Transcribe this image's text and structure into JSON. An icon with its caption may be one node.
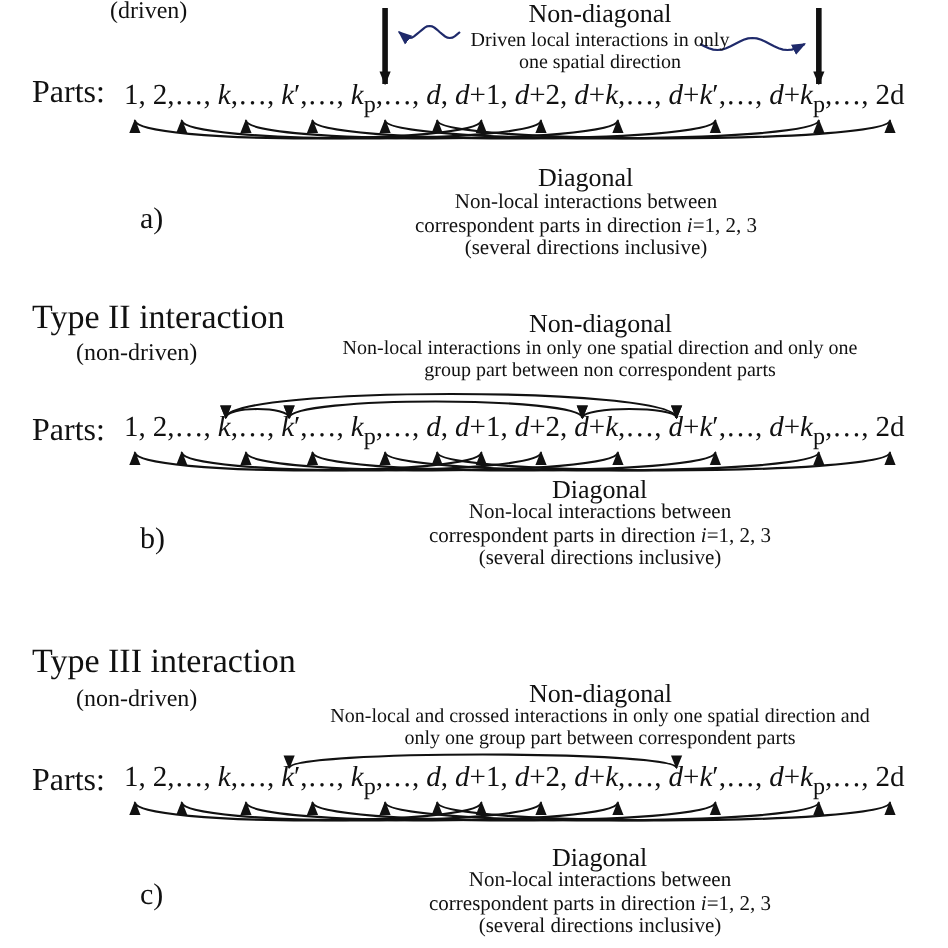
{
  "diagram": {
    "nodes": [
      {
        "text": [
          "Non-diagonal",
          "Driven local interactions in only one spatial direction"
        ]
      },
      {
        "text": [
          "1,"
        ]
      },
      {
        "text": [
          "2,…,"
        ]
      },
      {
        "text": [
          "*k*,…,"
        ]
      },
      {
        "text": [
          "*k*′,…,"
        ]
      },
      {
        "text": [
          "*k*$_{p}$,…,"
        ]
      },
      {
        "text": [
          "*d*,"
        ]
      },
      {
        "text": [
          "*d*+1,"
        ]
      },
      {
        "text": [
          "*d*+2,"
        ]
      },
      {
        "text": [
          "*d*+*k*,…,"
        ]
      },
      {
        "text": [
          "*d*+*k*′,…,"
        ]
      },
      {
        "text": [
          "*d*+*k*$_{p}$,…,"
        ]
      },
      {
        "text": [
          "2d"
        ]
      },
      {
        "text": [
          "1,"
        ]
      },
      {
        "text": [
          "2,…,"
        ]
      },
      {
        "text": [
          "*k*,…,"
        ]
      },
      {
        "text": [
          "*k*′,…,"
        ]
      },
      {
        "text": [
          "*k*$_{p}$,…,"
        ]
      },
      {
        "text": [
          "*d*,"
        ]
      },
      {
        "text": [
          "*d*+1,"
        ]
      },
      {
        "text": [
          "*d*+2,"
        ]
      },
      {
        "text": [
          "*d*+*k*,…,"
        ]
      },
      {
        "text": [
          "*d*+*k*′,…,"
        ]
      },
      {
        "text": [
          "*d*+*k*$_{p}$,…,"
        ]
      },
      {
        "text": [
          "2d"
        ]
      },
      {
        "text": [
          "1,"
        ]
      },
      {
        "text": [
          "2,…,"
        ]
      },
      {
        "text": [
          "*k*,…,"
        ]
      },
      {
        "text": [
          "*k*′,…,"
        ]
      },
      {
        "text": [
          "*k*$_{p}$,…,"
        ]
      },
      {
        "text": [
          "*d*,"
        ]
      },
      {
        "text": [
          "*d*+1,"
        ]
      },
      {
        "text": [
          "*d*+2,"
        ]
      },
      {
        "text": [
          "*d*+*k*,…,"
        ]
      },
      {
        "text": [
          "*d*+*k*′,…,"
        ]
      },
      {
        "text": [
          "*d*+*k*$_{p}$,…,"
        ]
      },
      {
        "text": [
          "2d"
        ]
      }
    ],
    "edges": [
      {
        "from": 1,
        "to": 7,
        "arrow": "both"
      },
      {
        "from": 2,
        "to": 8,
        "arrow": "both"
      },
      {
        "from": 3,
        "to": 9,
        "arrow": "both"
      },
      {
        "from": 4,
        "to": 10,
        "arrow": "both"
      },
      {
        "from": 5,
        "to": 11,
        "arrow": "both"
      },
      {
        "from": 6,
        "to": 12,
        "arrow": "both"
      },
      {
        "from": null,
        "to": 5,
        "arrow": "to",
        "style": "thick"
      },
      {
        "from": null,
        "to": 11,
        "arrow": "to",
        "style": "thick"
      },
      {
        "from": 0,
        "to": 5,
        "arrow": "to",
        "color": "#1f2a6b"
      },
      {
        "from": 0,
        "to": 11,
        "arrow": "to",
        "color": "#1f2a6b"
      },
      {
        "from": 13,
        "to": 19,
        "arrow": "both"
      },
      {
        "from": 14,
        "to": 20,
        "arrow": "both"
      },
      {
        "from": 15,
        "to": 21,
        "arrow": "both"
      },
      {
        "from": 16,
        "to": 22,
        "arrow": "both"
      },
      {
        "from": 17,
        "to": 23,
        "arrow": "both"
      },
      {
        "from": 18,
        "to": 24,
        "arrow": "both"
      },
      {
        "from": 15,
        "to": 22,
        "arrow": "both"
      },
      {
        "from": 16,
        "to": 21,
        "arrow": "both"
      },
      {
        "from": 15,
        "to": 16,
        "arrow": "both"
      },
      {
        "from": 21,
        "to": 22,
        "arrow": "both"
      },
      {
        "from": 25,
        "to": 31,
        "arrow": "both"
      },
      {
        "from": 26,
        "to": 32,
        "arrow": "both"
      },
      {
        "from": 27,
        "to": 33,
        "arrow": "both"
      },
      {
        "from": 28,
        "to": 34,
        "arrow": "both"
      },
      {
        "from": 29,
        "to": 35,
        "arrow": "both"
      },
      {
        "from": 30,
        "to": 36,
        "arrow": "both"
      },
      {
        "from": 28,
        "to": 34,
        "arrow": "both"
      }
    ],
    "labels": [
      "(driven)",
      "Parts:",
      "Diagonal",
      "Non-local interactions between correspondent parts in direction *i*=1, 2, 3 (several directions inclusive)",
      "a)",
      "Type II interaction",
      "(non-driven)",
      "Non-diagonal",
      "Non-local interactions in only one spatial direction and only one group part between non correspondent parts",
      "Parts:",
      "Diagonal",
      "Non-local interactions between correspondent parts in direction *i*=1, 2, 3 (several directions inclusive)",
      "b)",
      "Type III interaction",
      "(non-driven)",
      "Non-diagonal",
      "Non-local and crossed interactions in only one spatial direction and only one group part between correspondent parts",
      "Parts:",
      "Diagonal",
      "Non-local interactions between correspondent parts in direction *i*=1, 2, 3 (several directions inclusive)",
      "c)"
    ]
  }
}
